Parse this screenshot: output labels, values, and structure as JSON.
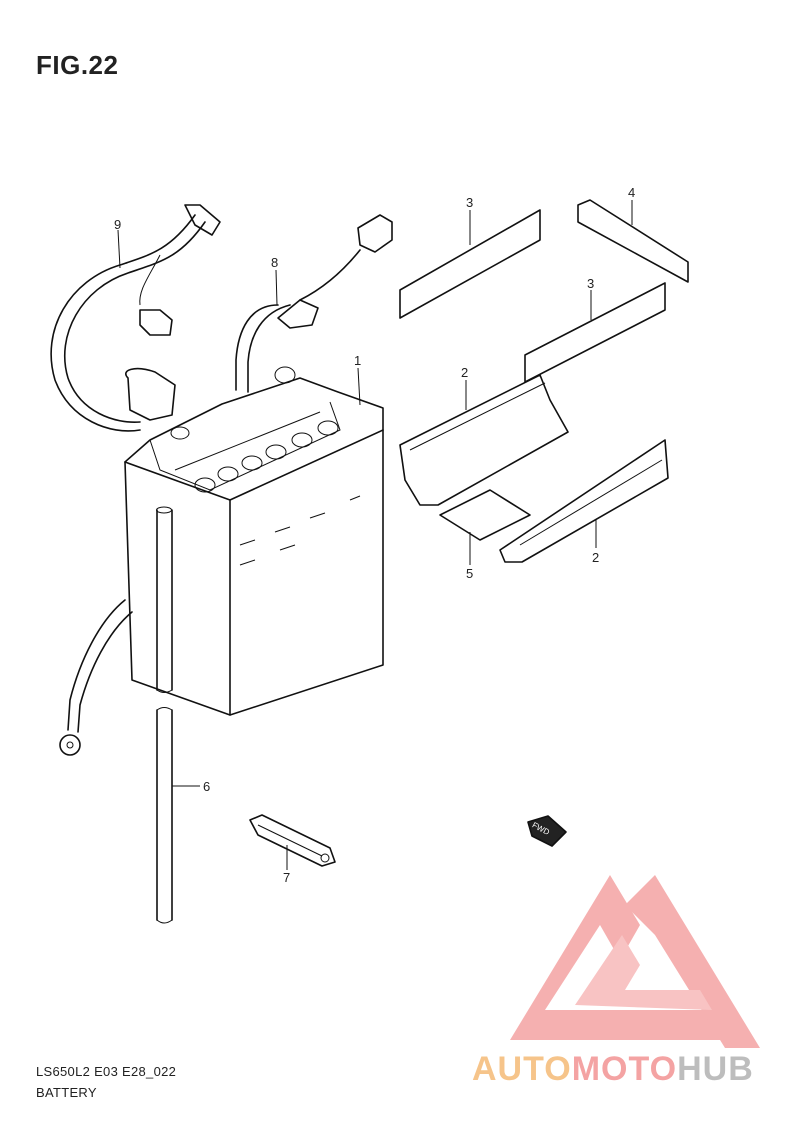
{
  "header": {
    "figure_title": "FIG.22"
  },
  "callouts": [
    {
      "id": "callout-1",
      "text": "1"
    },
    {
      "id": "callout-2a",
      "text": "2"
    },
    {
      "id": "callout-2b",
      "text": "2"
    },
    {
      "id": "callout-3a",
      "text": "3"
    },
    {
      "id": "callout-3b",
      "text": "3"
    },
    {
      "id": "callout-4",
      "text": "4"
    },
    {
      "id": "callout-5",
      "text": "5"
    },
    {
      "id": "callout-6",
      "text": "6"
    },
    {
      "id": "callout-7",
      "text": "7"
    },
    {
      "id": "callout-8",
      "text": "8"
    },
    {
      "id": "callout-9",
      "text": "9"
    }
  ],
  "direction_marker": {
    "text": "FWD"
  },
  "footer": {
    "model_code": "LS650L2 E03 E28_022",
    "section_name": "BATTERY"
  },
  "watermark": {
    "brand_auto": "AUTO",
    "brand_moto": "MOTO",
    "brand_hub": "HUB",
    "colors": {
      "auto": "#f6c48a",
      "moto": "#f4a3a3",
      "hub": "#bdbdbd",
      "logo": "#f4a3a3"
    }
  }
}
